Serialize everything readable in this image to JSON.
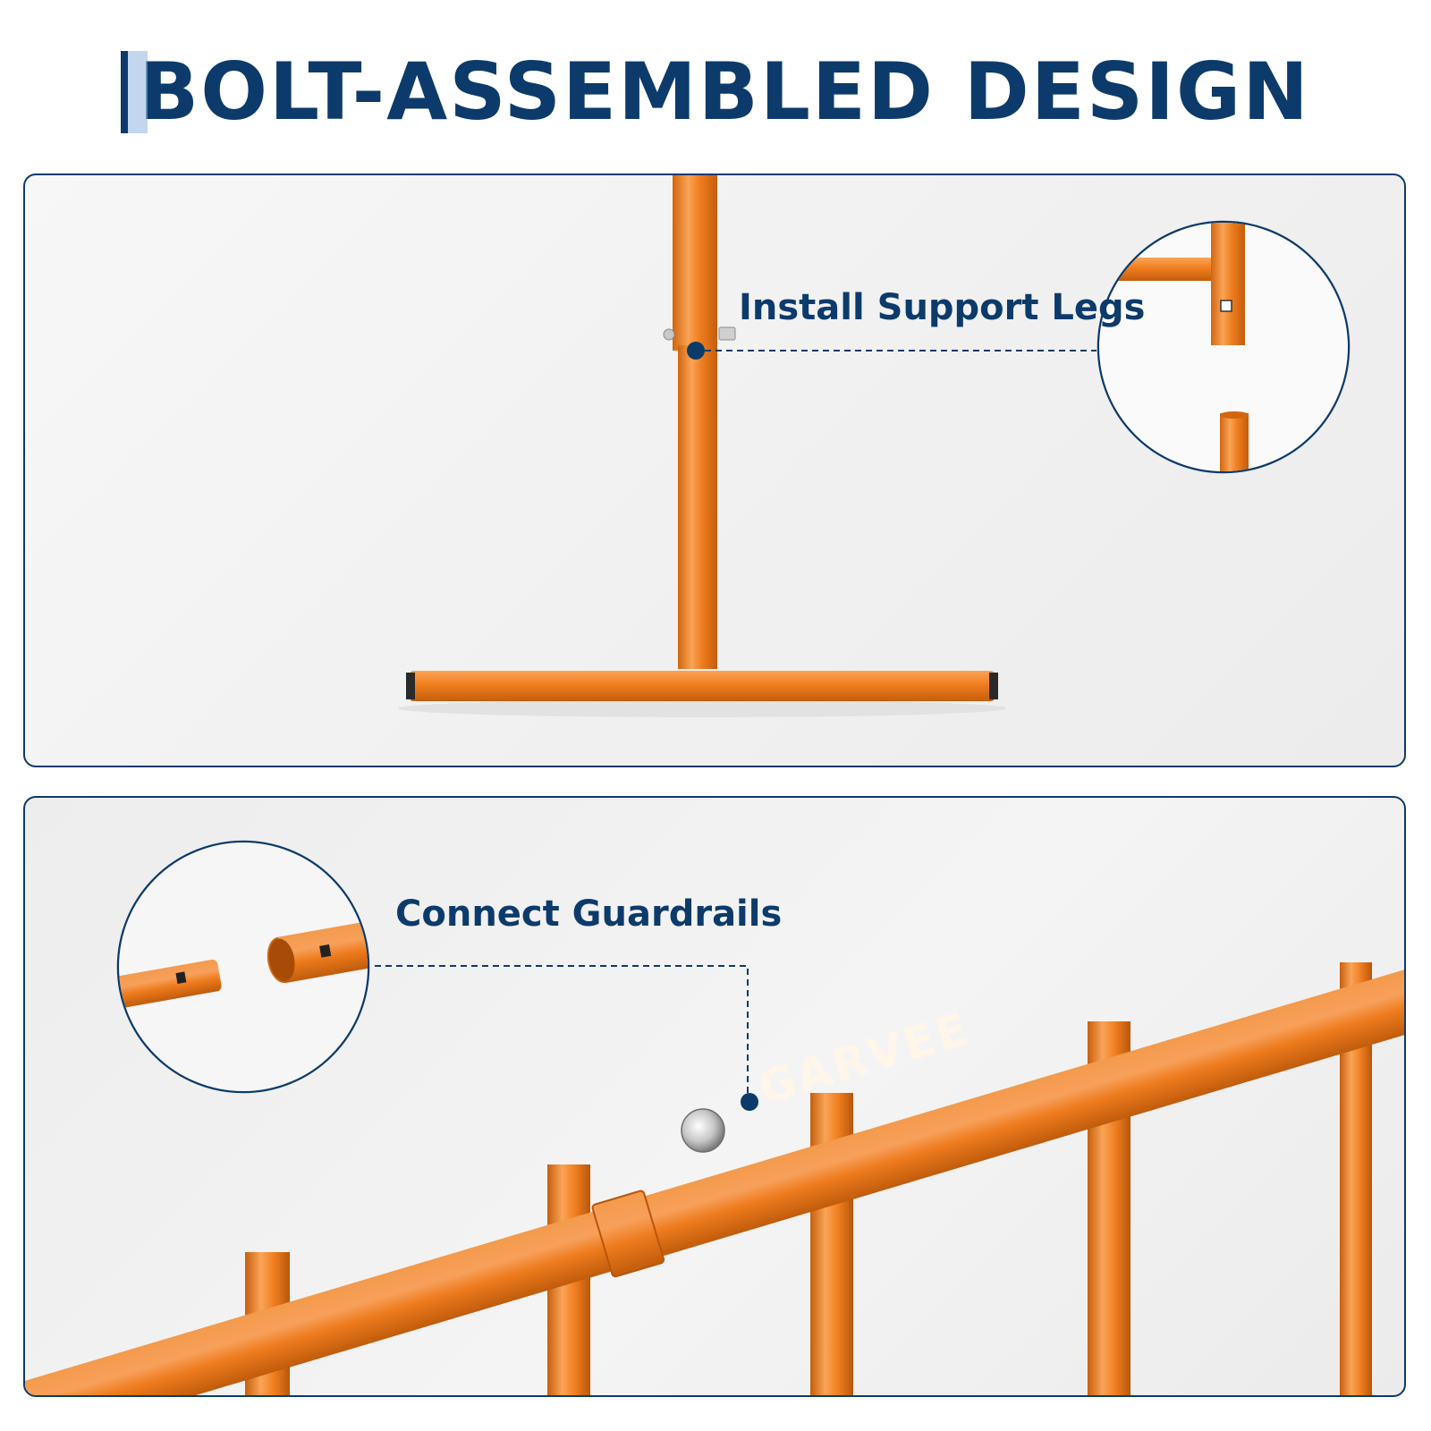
{
  "header": {
    "title": "BOLT-ASSEMBLED DESIGN"
  },
  "callouts": {
    "support_legs": "Install Support Legs",
    "guardrails": "Connect Guardrails"
  },
  "product": {
    "brand": "GARVEE"
  },
  "colors": {
    "navy": "#0c3b6b",
    "accent_light": "#8fb6e0",
    "orange": "#f07e1f",
    "orange_dark": "#c9600d",
    "orange_light": "#f9a457",
    "background": "#f2f2f2"
  }
}
